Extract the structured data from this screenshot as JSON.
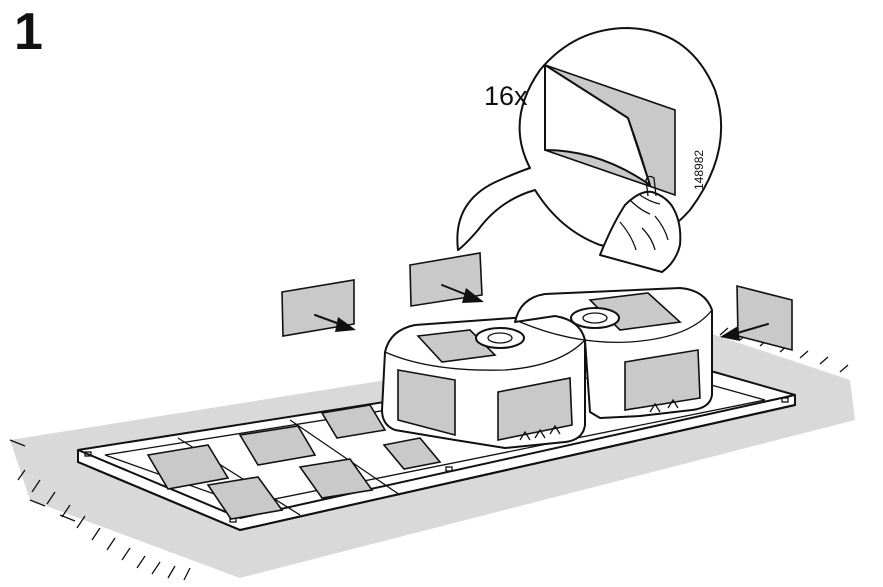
{
  "step": {
    "number": "1"
  },
  "callout": {
    "quantity": "16x",
    "part_number": "148982"
  },
  "colors": {
    "line": "#111111",
    "pad_fill": "#c9c9c9",
    "rug_fill": "#d9d9d9",
    "background": "#ffffff"
  },
  "icons": [
    "arrow-icon",
    "hand-icon",
    "sink-bowl-icon",
    "adhesive-pad-icon"
  ]
}
